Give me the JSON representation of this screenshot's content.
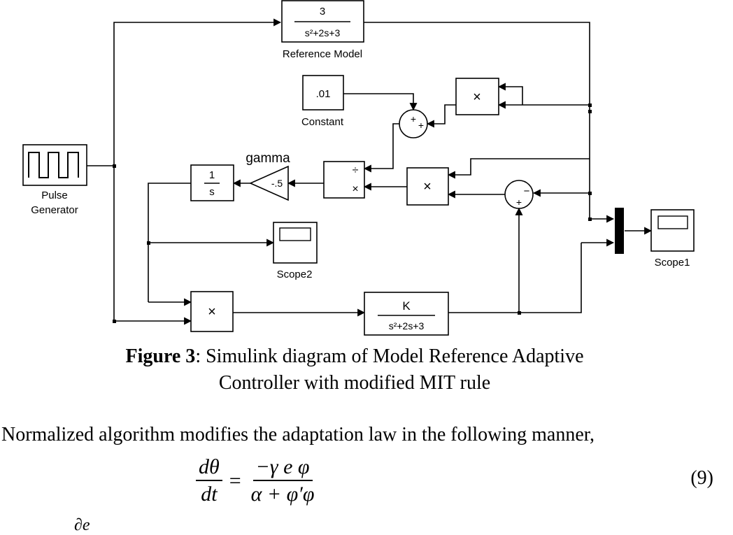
{
  "diagram": {
    "blocks": {
      "pulse_generator": {
        "label": [
          "Pulse",
          "Generator"
        ]
      },
      "reference_model": {
        "numerator": "3",
        "denominator": "s²+2s+3",
        "label": "Reference Model"
      },
      "constant": {
        "value": ".01",
        "label": "Constant"
      },
      "sum_top": {
        "signs": [
          "+",
          "+"
        ]
      },
      "product_top": {
        "symbol": "×"
      },
      "divide": {
        "symbols": [
          "÷",
          "×"
        ]
      },
      "gamma_gain": {
        "value": "-.5",
        "label": "gamma"
      },
      "integrator": {
        "numerator": "1",
        "denominator": "s"
      },
      "product_mid": {
        "symbol": "×"
      },
      "sum_error": {
        "signs": [
          "−",
          "+"
        ]
      },
      "scope2": {
        "label": "Scope2"
      },
      "scope1": {
        "label": "Scope1"
      },
      "product_bottom": {
        "symbol": "×"
      },
      "plant": {
        "numerator": "K",
        "denominator": "s²+2s+3"
      }
    }
  },
  "caption": {
    "label": "Figure 3",
    "text_line1": ": Simulink diagram of Model Reference Adaptive",
    "text_line2": "Controller with modified MIT rule"
  },
  "paragraph": {
    "text": "Normalized algorithm modifies the adaptation law in the following manner,"
  },
  "equation": {
    "lhs_num": "dθ",
    "lhs_den": "dt",
    "equals": "=",
    "rhs_num": "−γ e φ",
    "rhs_den": "α + φ′φ",
    "number": "(9)"
  },
  "footer_fragment": "∂e"
}
